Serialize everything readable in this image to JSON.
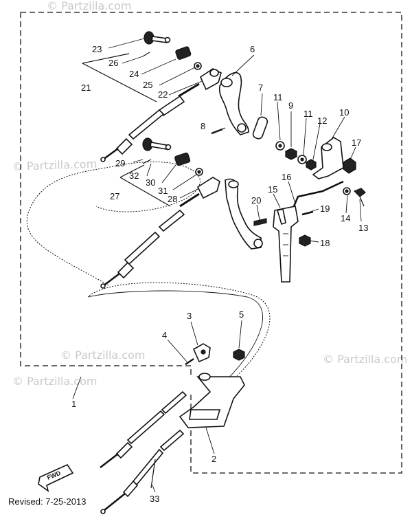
{
  "watermarks": [
    "© Partzilla.com",
    "© Partzilla.com",
    "© Partzilla.com",
    "© Partzilla.com",
    "© Partzilla.com"
  ],
  "revised": "Revised: 7-25-2013",
  "fwd_label": "FWD",
  "callouts": {
    "n1": "1",
    "n2": "2",
    "n3": "3",
    "n4": "4",
    "n5": "5",
    "n6": "6",
    "n7": "7",
    "n8": "8",
    "n9": "9",
    "n10": "10",
    "n11a": "11",
    "n11b": "11",
    "n12": "12",
    "n13": "13",
    "n14": "14",
    "n15": "15",
    "n16": "16",
    "n17": "17",
    "n18": "18",
    "n19": "19",
    "n20": "20",
    "n21": "21",
    "n22": "22",
    "n23": "23",
    "n24": "24",
    "n25": "25",
    "n26": "26",
    "n27": "27",
    "n28": "28",
    "n29": "29",
    "n30": "30",
    "n31": "31",
    "n32": "32",
    "n33": "33"
  }
}
